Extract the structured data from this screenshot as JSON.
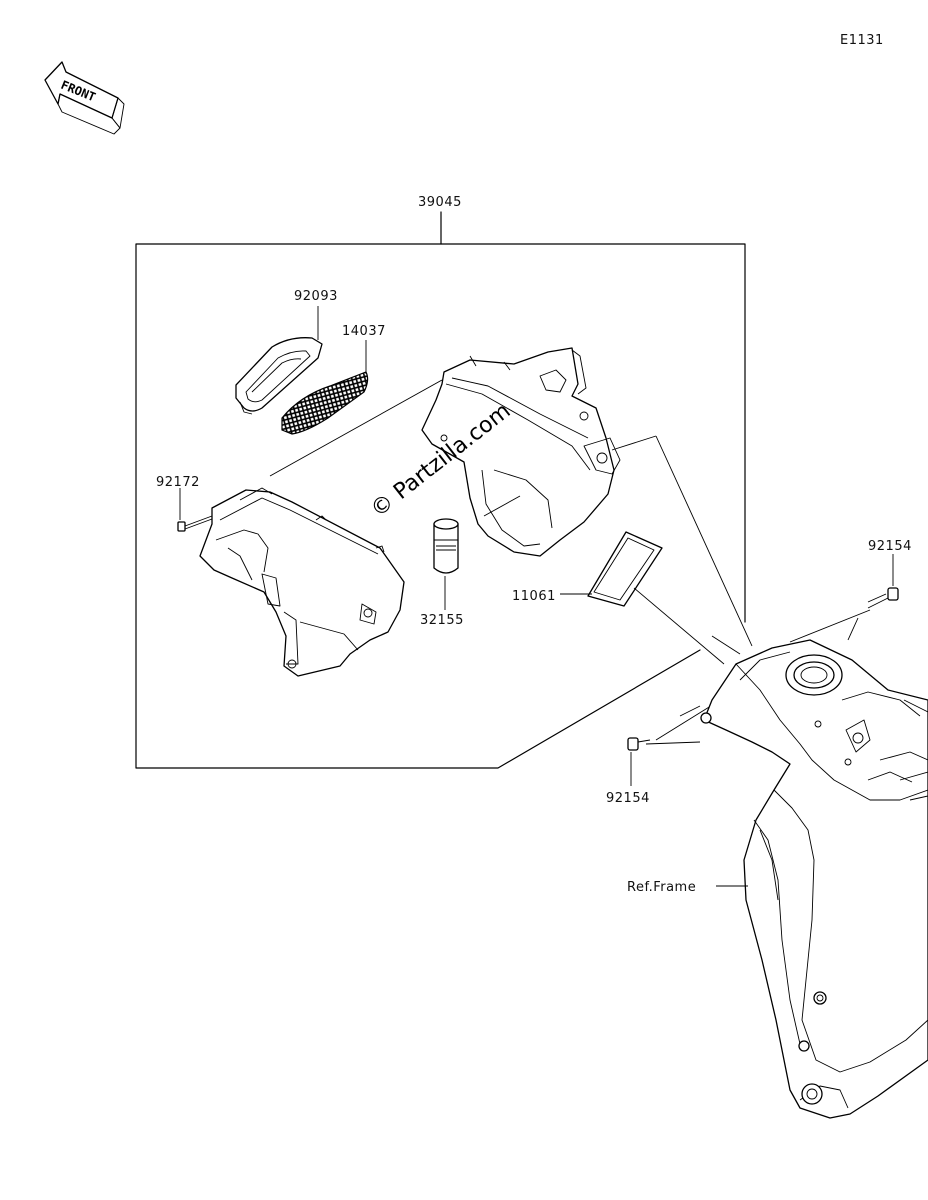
{
  "diagram_code": "E1131",
  "front_label": "FRONT",
  "watermark": "© Partzilla.com",
  "parts": {
    "assembly": "39045",
    "cover": "92093",
    "screen": "14037",
    "screw_left": "92172",
    "cylinder": "32155",
    "gasket": "11061",
    "bolt_right": "92154",
    "bolt_lower": "92154",
    "frame": "Ref.Frame"
  }
}
